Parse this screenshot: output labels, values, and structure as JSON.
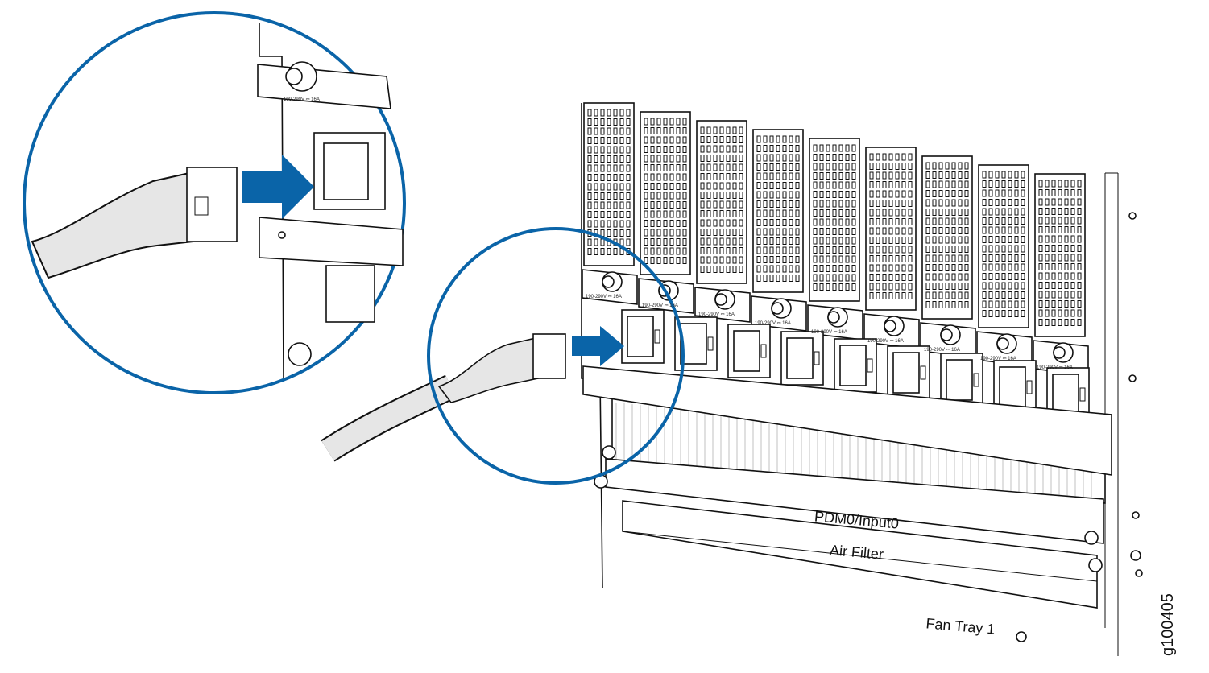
{
  "labels": {
    "pdm_input": "PDM0/Input0",
    "air_filter": "Air Filter",
    "fan_tray": "Fan Tray 1",
    "figure_id": "g100405",
    "psu_rating": "190-290V ⎓ 16A"
  },
  "counts": {
    "power_supplies": 9,
    "inlets": 9
  },
  "colors": {
    "callout": "#0a64a8",
    "arrow": "#0a64a8",
    "line": "#111111",
    "cable": "#e6e6e6"
  }
}
